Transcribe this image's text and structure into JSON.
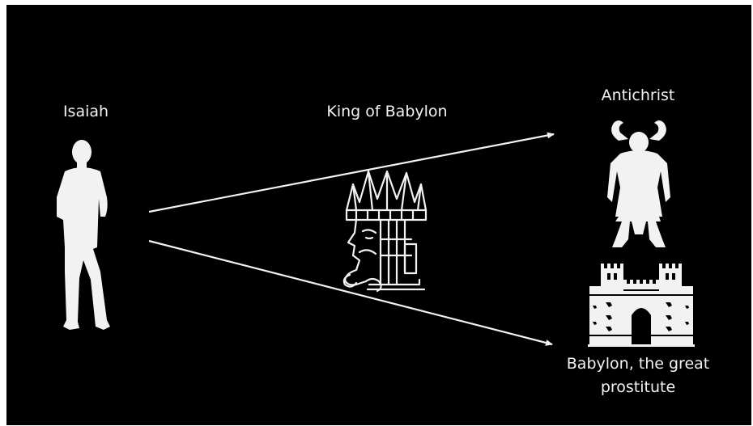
{
  "diagram": {
    "labels": {
      "isaiah": "Isaiah",
      "king": "King of Babylon",
      "antichrist": "Antichrist",
      "babylon": "Babylon, the great prostitute"
    },
    "icons": {
      "person": "person-silhouette-icon",
      "king": "king-of-babylon-icon",
      "antichrist": "horned-figure-icon",
      "babylon": "babylon-gate-icon"
    },
    "edges": [
      {
        "from": "isaiah",
        "to": "antichrist",
        "type": "arrow"
      },
      {
        "from": "isaiah",
        "to": "babylon",
        "type": "arrow"
      }
    ],
    "colors": {
      "background": "#000000",
      "foreground": "#f2f2f2"
    }
  }
}
